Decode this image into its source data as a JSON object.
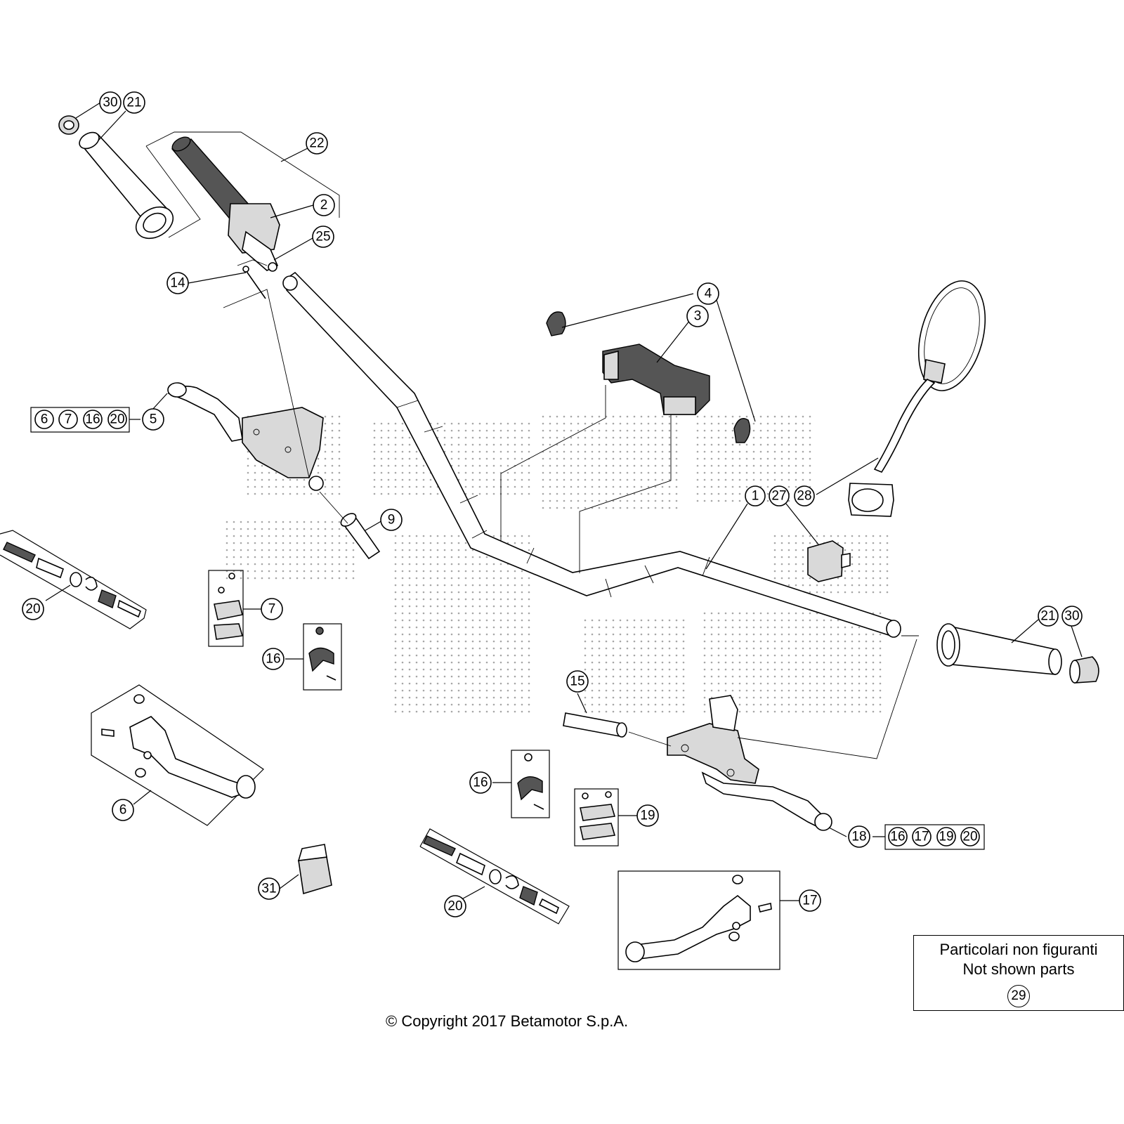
{
  "diagram": {
    "callouts": {
      "c30a": "30",
      "c21a": "21",
      "c22": "22",
      "c2": "2",
      "c25": "25",
      "c14": "14",
      "c4": "4",
      "c3": "3",
      "c6a": "6",
      "c7a": "7",
      "c16a": "16",
      "c20a": "20",
      "c5": "5",
      "c1": "1",
      "c27": "27",
      "c28": "28",
      "c9": "9",
      "c20b": "20",
      "c7b": "7",
      "c16b": "16",
      "c21b": "21",
      "c30b": "30",
      "c15": "15",
      "c6b": "6",
      "c16c": "16",
      "c19": "19",
      "c18": "18",
      "c16d": "16",
      "c17a": "17",
      "c19b": "19",
      "c20c": "20",
      "c31": "31",
      "c20d": "20",
      "c17b": "17"
    },
    "not_shown": {
      "line1": "Particolari non figuranti",
      "line2": "Not shown parts",
      "number": "29"
    },
    "copyright": "© Copyright 2017 Betamotor S.p.A."
  }
}
